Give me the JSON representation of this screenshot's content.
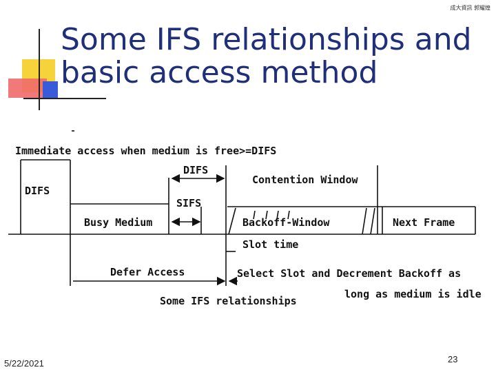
{
  "header": {
    "corner_note": "成大資訊 郭耀煌",
    "title_line1": "Some IFS relationships and",
    "title_line2": "basic access method"
  },
  "diagram": {
    "caption_top": "Immediate access when medium is free>=DIFS",
    "label_difs_left": "DIFS",
    "label_difs_top": "DIFS",
    "label_contention": "Contention Window",
    "label_sifs": "SIFS",
    "label_busy": "Busy Medium",
    "label_backoff": "Backoff-Window",
    "label_next_frame": "Next Frame",
    "label_slot_time": "Slot time",
    "label_defer": "Defer Access",
    "label_select_line1": "Select Slot and Decrement Backoff as",
    "label_select_line2": "long as medium is idle",
    "caption_bottom": "Some IFS relationships"
  },
  "footer": {
    "date": "5/22/2021",
    "page_number": "23"
  },
  "colors": {
    "title": "#1f2f7a",
    "deco_yellow": "#f6d33a",
    "deco_red": "#f06a6a",
    "deco_blue": "#3a5bd9"
  }
}
